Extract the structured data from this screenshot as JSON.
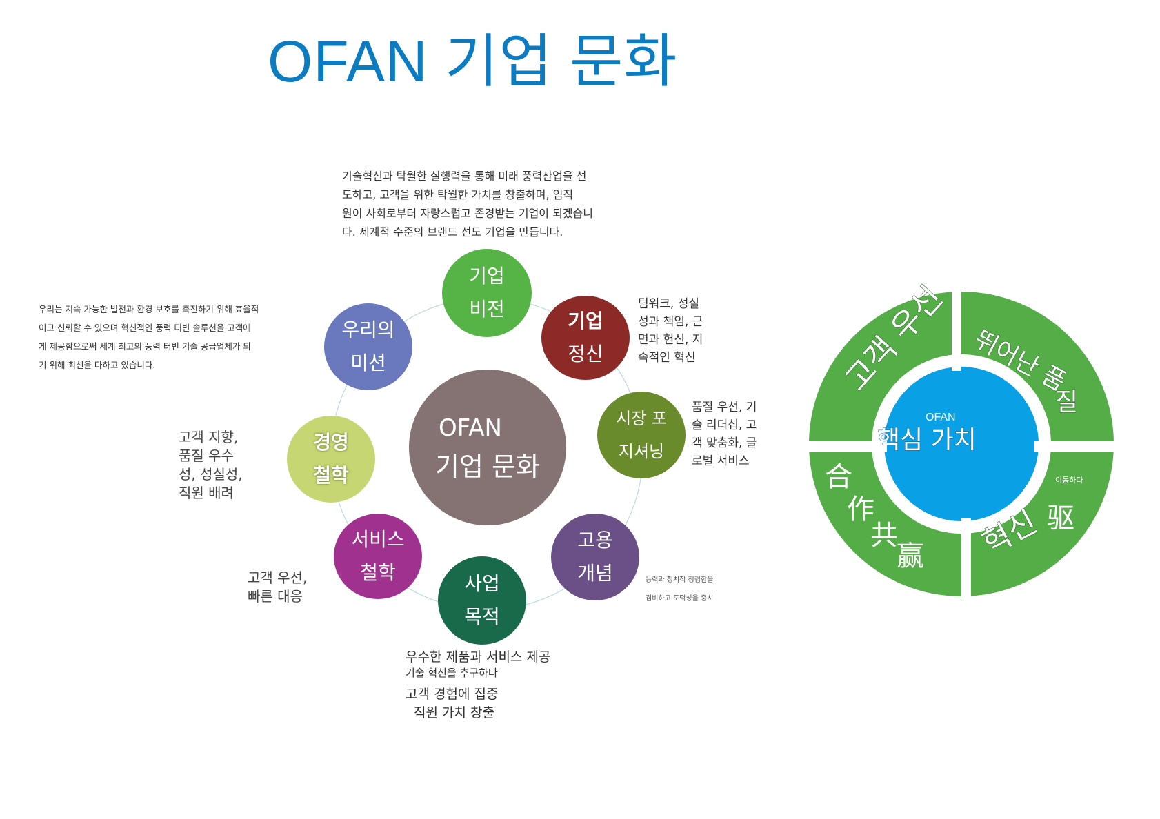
{
  "title": "OFAN 기업 문화",
  "colors": {
    "title": "#0b7cc1",
    "ring_green": "#55ad48",
    "core_blue": "#0aa0e6",
    "center": "#857373"
  },
  "center": {
    "line1": "OFAN",
    "line2": "기업 문화"
  },
  "bubbles": [
    {
      "id": "vision",
      "line1": "기업",
      "line2": "비전",
      "color": "#56b346"
    },
    {
      "id": "spirit",
      "line1": "기업",
      "line2": "정신",
      "color": "#8c2a27"
    },
    {
      "id": "market",
      "line1": "시장 포",
      "line2": "지셔닝",
      "color": "#6a8b2b"
    },
    {
      "id": "employ",
      "line1": "고용",
      "line2": "개념",
      "color": "#6b5088"
    },
    {
      "id": "purpose",
      "line1": "사업",
      "line2": "목적",
      "color": "#196a4b"
    },
    {
      "id": "service",
      "line1": "서비스",
      "line2": "철학",
      "color": "#a1318f"
    },
    {
      "id": "mgmt",
      "line1": "경영",
      "line2": "철학",
      "color": "#c6d673"
    },
    {
      "id": "mission",
      "line1": "우리의",
      "line2": "미션",
      "color": "#6a79bd"
    }
  ],
  "texts": {
    "vision": [
      "기술혁신과 탁월한 실행력을 통해 미래 풍력산업을 선",
      "도하고, 고객을 위한 탁월한 가치를 창출하며, 임직",
      "원이 사회로부터 자랑스럽고 존경받는 기업이 되겠습니",
      "다. 세계적 수준의 브랜드 선도 기업을 만듭니다."
    ],
    "mission": [
      "우리는 지속 가능한 발전과 환경 보호를 촉진하기 위해 효율적",
      "이고 신뢰할 수 있으며 혁신적인 풍력 터빈 솔루션을 고객에",
      "게 제공함으로써 세계 최고의 풍력 터빈 기술 공급업체가 되",
      "기 위해 최선을 다하고 있습니다."
    ],
    "spirit": [
      "팀워크, 성실",
      "성과 책임, 근",
      "면과 헌신, 지",
      "속적인 혁신"
    ],
    "market": [
      "품질 우선, 기",
      "술 리더십, 고",
      "객 맞춤화, 글",
      "로벌 서비스"
    ],
    "mgmt": [
      "고객 지향,",
      "품질 우수",
      "성, 성실성,",
      "직원 배려"
    ],
    "service": [
      "고객 우선,",
      "빠른 대응"
    ],
    "employ": [
      "능력과 정치적 청렴함을",
      "겸비하고 도덕성을 중시"
    ],
    "purpose": [
      "우수한 제품과 서비스 제공",
      "기술 혁신을 추구하다",
      "고객 경험에 집중",
      "직원 가치 창출"
    ]
  },
  "core": {
    "label_small": "OFAN",
    "label": "핵심 가치",
    "quadrants": {
      "top_left": "고객 우선",
      "top_right_1": "뛰어난 품",
      "top_right_2": "질",
      "bottom_left_1": "合",
      "bottom_left_2": "作",
      "bottom_left_3": "共",
      "bottom_left_4": "赢",
      "bottom_right": "혁신",
      "bottom_right_char": "驱",
      "bottom_right_small": "이동하다"
    }
  }
}
